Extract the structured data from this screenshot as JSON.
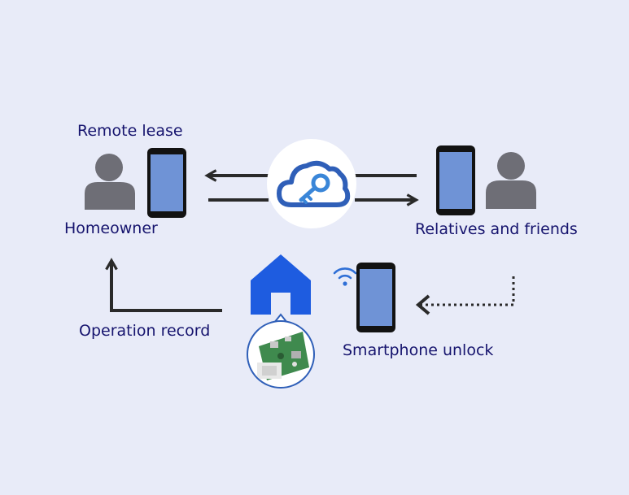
{
  "labels": {
    "remote_lease": "Remote lease",
    "homeowner": "Homeowner",
    "relatives_and_friends": "Relatives and friends",
    "operation_record": "Operation record",
    "smartphone_unlock": "Smartphone unlock"
  },
  "icons": {
    "person": "person-icon",
    "phone": "smartphone-icon",
    "cloud_key": "cloud-key-icon",
    "house": "house-icon",
    "wifi": "wifi-icon",
    "circuit_board": "circuit-board-image"
  },
  "colors": {
    "background": "#e8ebf8",
    "label_text": "#16146e",
    "person_gray": "#6e6e76",
    "phone_body": "#121212",
    "phone_screen": "#6f93d6",
    "house_blue": "#1e5ce0",
    "cloud_blue": "#2f5fb8",
    "key_blue": "#3a86d8",
    "arrow_dark": "#2a2a2a",
    "pcb_green": "#3f8a4e"
  }
}
